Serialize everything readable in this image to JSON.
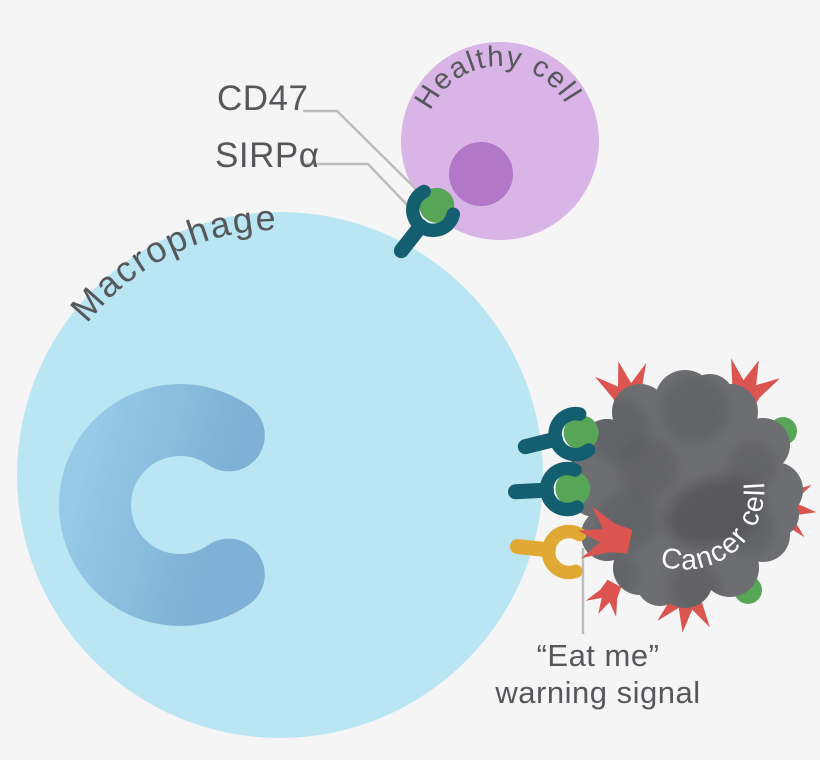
{
  "cells": {
    "macrophage": {
      "label": "Macrophage"
    },
    "healthy": {
      "label": "Healthy cell"
    },
    "cancer": {
      "label": "Cancer cell"
    }
  },
  "labels": {
    "cd47": "CD47",
    "sirpa": "SIRPα",
    "eat_me_line1": "“Eat me”",
    "eat_me_line2": "warning signal"
  },
  "colors": {
    "background": "#f5f5f6",
    "macrophage": "#bae6f3",
    "macrophage_nucleus_light": "#96cae7",
    "macrophage_nucleus_dark": "#7fb0d5",
    "healthy": "#d9b4e6",
    "healthy_nucleus": "#b078c6",
    "cancer": "#6d6e71",
    "cancer_shadow": "#55565a",
    "red": "#db5450",
    "green": "#57a657",
    "teal": "#145f6f",
    "yellow": "#e0a934",
    "text": "#56575a",
    "line": "#bdbdbd",
    "white": "#ffffff"
  }
}
